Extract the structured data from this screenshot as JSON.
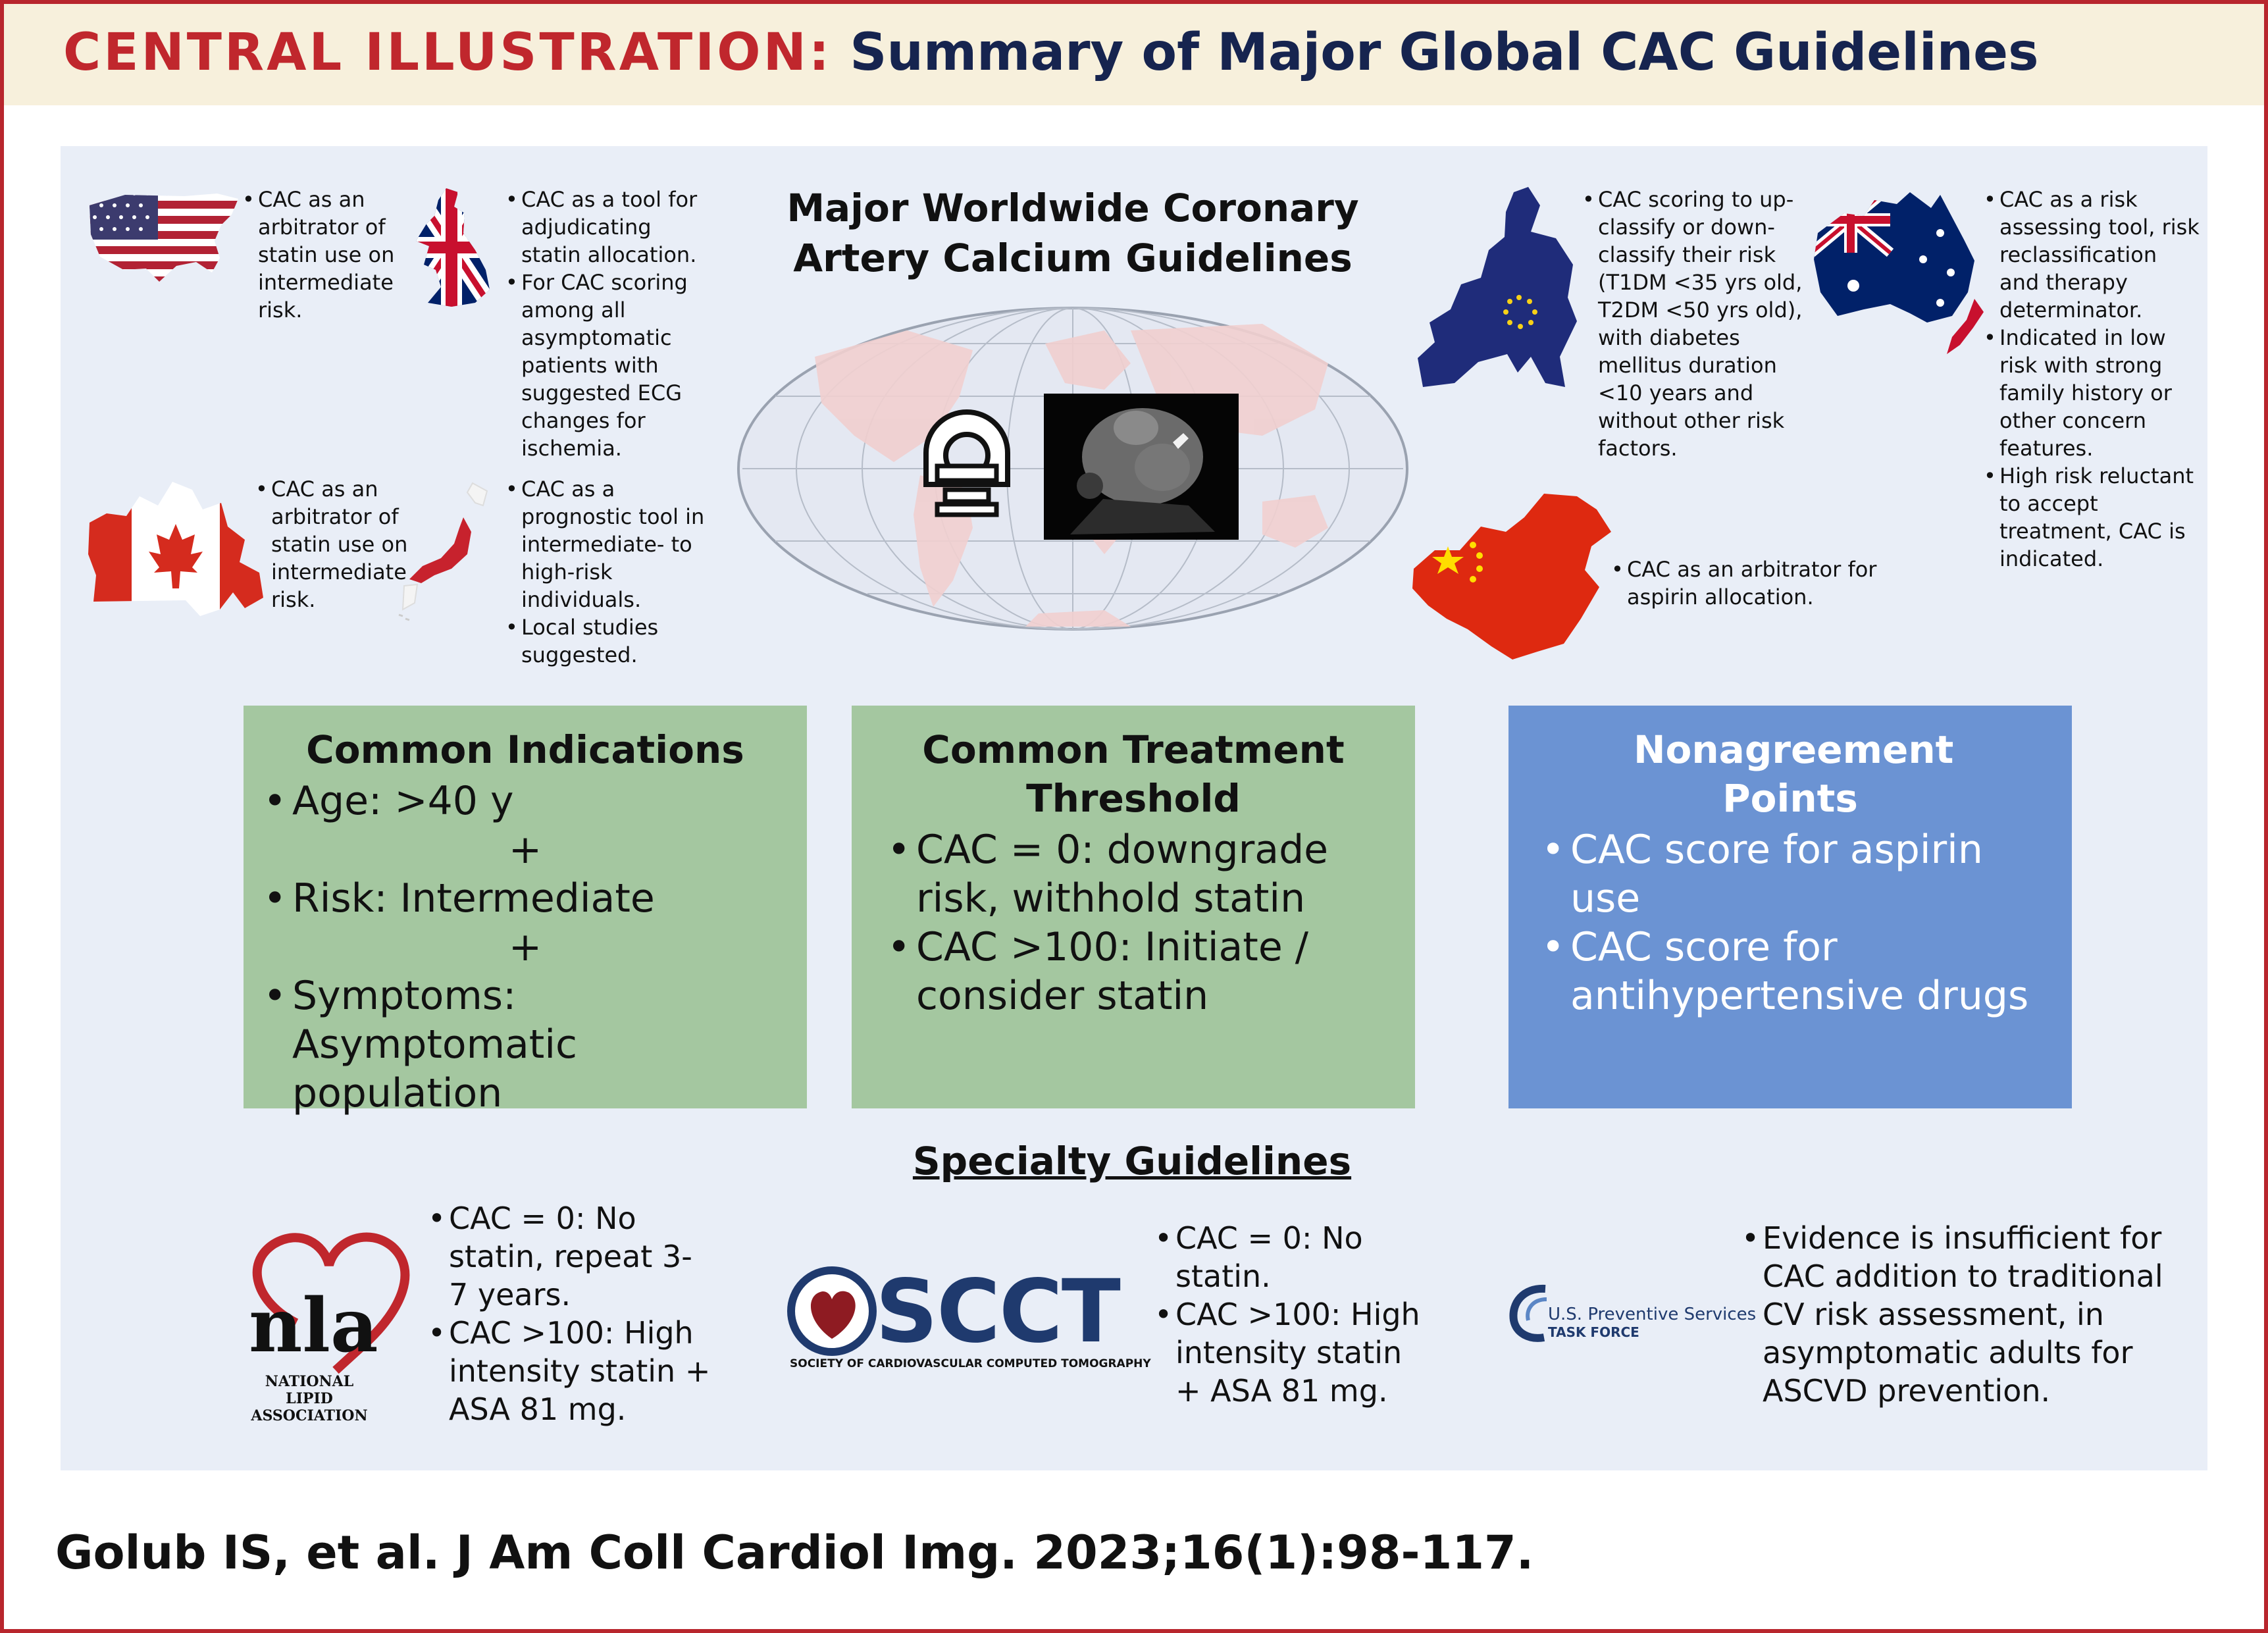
{
  "header": {
    "label": "CENTRAL ILLUSTRATION:",
    "title": "Summary of Major Global CAC Guidelines"
  },
  "center_title": "Major Worldwide Coronary Artery Calcium Guidelines",
  "regions": {
    "usa": [
      "CAC as an arbitrator of statin use on intermediate risk."
    ],
    "uk": [
      "CAC as a tool for adjudicating statin allocation.",
      "For CAC scoring among all asymptomatic patients with suggested ECG changes for ischemia."
    ],
    "canada": [
      "CAC as an arbitrator of statin use on intermediate risk."
    ],
    "japan": [
      "CAC as a prognostic tool in intermediate- to high-risk individuals.",
      "Local studies suggested."
    ],
    "europe": [
      "CAC scoring to up-classify or down-classify their risk (T1DM <35 yrs old, T2DM <50 yrs old), with diabetes mellitus duration <10 years and without other risk factors."
    ],
    "australia": [
      "CAC as a risk assessing tool, risk reclassification and therapy determinator.",
      "Indicated in low risk with strong family history or other concern features.",
      "High risk reluctant to accept treatment, CAC is indicated."
    ],
    "china": [
      "CAC as an arbitrator for aspirin allocation."
    ]
  },
  "boxes": {
    "indications": {
      "title": "Common Indications",
      "item1": "Age: >40 y",
      "plus": "+",
      "item2": "Risk: Intermediate",
      "item3": "Symptoms: Asymptomatic population"
    },
    "threshold": {
      "title": "Common Treatment Threshold",
      "items": [
        "CAC = 0: downgrade risk, withhold statin",
        "CAC >100: Initiate / consider statin"
      ]
    },
    "nonagreement": {
      "title": "Nonagreement Points",
      "items": [
        "CAC score for aspirin use",
        "CAC score for antihypertensive drugs"
      ]
    }
  },
  "specialty": {
    "title": "Specialty Guidelines",
    "nla": {
      "logo_text": "nla",
      "logo_caption": "NATIONAL LIPID ASSOCIATION",
      "items": [
        "CAC = 0: No statin, repeat 3-7 years.",
        "CAC >100: High intensity statin + ASA 81 mg."
      ]
    },
    "scct": {
      "logo_text": "SCCT",
      "logo_caption": "SOCIETY OF CARDIOVASCULAR COMPUTED TOMOGRAPHY",
      "items": [
        "CAC = 0: No statin.",
        "CAC >100: High intensity statin + ASA 81 mg."
      ]
    },
    "uspstf": {
      "logo_text": "U.S. Preventive Services",
      "logo_caption": "TASK FORCE",
      "items": [
        "Evidence is insufficient for CAC addition to traditional CV risk assessment, in asymptomatic adults for ASCVD prevention."
      ]
    }
  },
  "citation": "Golub IS, et al. J Am Coll Cardiol Img. 2023;16(1):98-117.",
  "colors": {
    "accent_red": "#c0272d",
    "navy": "#16244f",
    "box_green": "#a4c7a0",
    "box_blue": "#6b93d3",
    "panel_bg": "#e9eef7",
    "header_bg": "#f7f0dc"
  }
}
